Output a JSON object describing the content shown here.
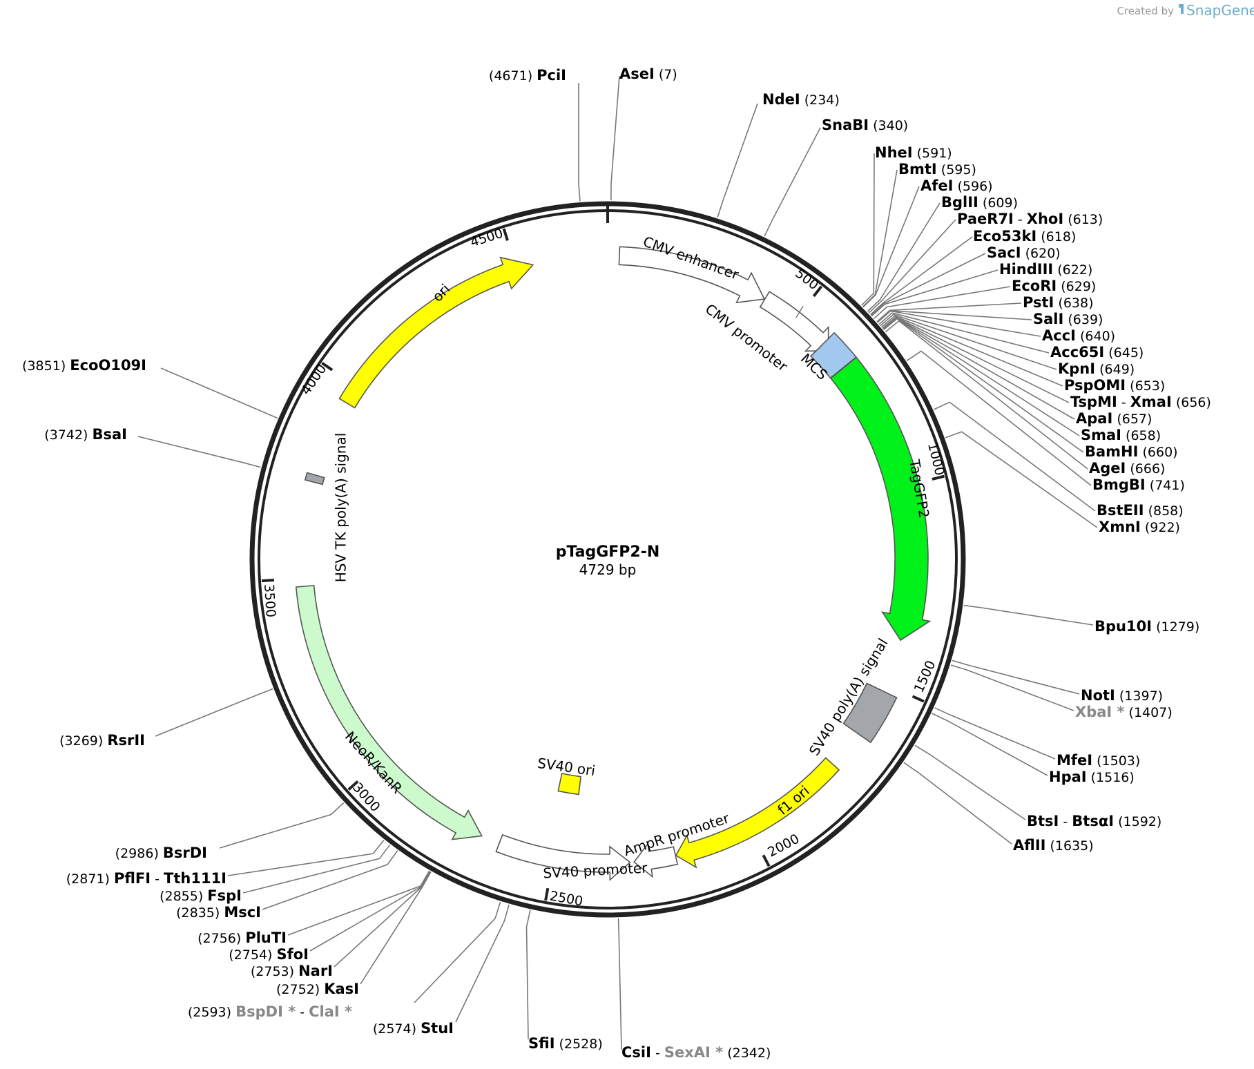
{
  "app": {
    "credit_prefix": "Created by",
    "credit_brand": "SnapGene"
  },
  "plasmid": {
    "name": "pTagGFP2-N",
    "length_label": "4729 bp",
    "length": 4729
  },
  "ticks": [
    {
      "label": "500"
    },
    {
      "label": "1000"
    },
    {
      "label": "1500"
    },
    {
      "label": "2000"
    },
    {
      "label": "2500"
    },
    {
      "label": "3000"
    },
    {
      "label": "3500"
    },
    {
      "label": "4000"
    },
    {
      "label": "4500"
    }
  ],
  "features": [
    {
      "name": "CMV enhancer",
      "color": "#ffffff"
    },
    {
      "name": "CMV promoter",
      "color": "#ffffff"
    },
    {
      "name": "MCS",
      "color": "#a3c8f0"
    },
    {
      "name": "TagGFP2",
      "color": "#00f01a"
    },
    {
      "name": "SV40 poly(A) signal",
      "color": "#a3a7ab"
    },
    {
      "name": "f1 ori",
      "color": "#ffff00"
    },
    {
      "name": "AmpR promoter",
      "color": "#ffffff"
    },
    {
      "name": "SV40 promoter",
      "color": "#ffffff"
    },
    {
      "name": "SV40 ori",
      "color": "#ffff00"
    },
    {
      "name": "NeoR/KanR",
      "color": "#ccfacc"
    },
    {
      "name": "HSV TK poly(A) signal",
      "color": "#a3a7ab"
    },
    {
      "name": "ori",
      "color": "#ffff00"
    }
  ],
  "sites": [
    {
      "name": "PciI",
      "pos": "(4671)"
    },
    {
      "name": "AseI",
      "pos": "(7)"
    },
    {
      "name": "NdeI",
      "pos": "(234)"
    },
    {
      "name": "SnaBI",
      "pos": "(340)"
    },
    {
      "name": "NheI",
      "pos": "(591)"
    },
    {
      "name": "BmtI",
      "pos": "(595)"
    },
    {
      "name": "AfeI",
      "pos": "(596)"
    },
    {
      "name": "BglII",
      "pos": "(609)"
    },
    {
      "name": "PaeR7I",
      "name2": "XhoI",
      "sep": "-",
      "pos": "(613)"
    },
    {
      "name": "Eco53kI",
      "pos": "(618)"
    },
    {
      "name": "SacI",
      "pos": "(620)"
    },
    {
      "name": "HindIII",
      "pos": "(622)"
    },
    {
      "name": "EcoRI",
      "pos": "(629)"
    },
    {
      "name": "PstI",
      "pos": "(638)"
    },
    {
      "name": "SalI",
      "pos": "(639)"
    },
    {
      "name": "AccI",
      "pos": "(640)"
    },
    {
      "name": "Acc65I",
      "pos": "(645)"
    },
    {
      "name": "KpnI",
      "pos": "(649)"
    },
    {
      "name": "PspOMI",
      "pos": "(653)"
    },
    {
      "name": "TspMI",
      "name2": "XmaI",
      "sep": "-",
      "pos": "(656)"
    },
    {
      "name": "ApaI",
      "pos": "(657)"
    },
    {
      "name": "SmaI",
      "pos": "(658)"
    },
    {
      "name": "BamHI",
      "pos": "(660)"
    },
    {
      "name": "AgeI",
      "pos": "(666)"
    },
    {
      "name": "BmgBI",
      "pos": "(741)"
    },
    {
      "name": "BstEII",
      "pos": "(858)"
    },
    {
      "name": "XmnI",
      "pos": "(922)"
    },
    {
      "name": "Bpu10I",
      "pos": "(1279)"
    },
    {
      "name": "NotI",
      "pos": "(1397)"
    },
    {
      "name": "XbaI *",
      "pos": "(1407)",
      "dim": true
    },
    {
      "name": "MfeI",
      "pos": "(1503)"
    },
    {
      "name": "HpaI",
      "pos": "(1516)"
    },
    {
      "name": "BtsI",
      "name2": "BtsαI",
      "sep": "-",
      "pos": "(1592)"
    },
    {
      "name": "AflII",
      "pos": "(1635)"
    },
    {
      "name": "CsiI",
      "name2": "SexAI *",
      "sep": "-",
      "pos": "(2342)",
      "dim2": true
    },
    {
      "name": "SfiI",
      "pos": "(2528)"
    },
    {
      "name": "StuI",
      "pos": "(2574)"
    },
    {
      "name": "BspDI *",
      "name2": "ClaI *",
      "sep": "-",
      "pos": "(2593)",
      "dim": true,
      "dim2": true
    },
    {
      "name": "KasI",
      "pos": "(2752)"
    },
    {
      "name": "NarI",
      "pos": "(2753)"
    },
    {
      "name": "SfoI",
      "pos": "(2754)"
    },
    {
      "name": "PluTI",
      "pos": "(2756)"
    },
    {
      "name": "MscI",
      "pos": "(2835)"
    },
    {
      "name": "FspI",
      "pos": "(2855)"
    },
    {
      "name": "PflFI",
      "name2": "Tth111I",
      "sep": "-",
      "pos": "(2871)"
    },
    {
      "name": "BsrDI",
      "pos": "(2986)"
    },
    {
      "name": "RsrII",
      "pos": "(3269)"
    },
    {
      "name": "BsaI",
      "pos": "(3742)"
    },
    {
      "name": "EcoO109I",
      "pos": "(3851)"
    }
  ]
}
